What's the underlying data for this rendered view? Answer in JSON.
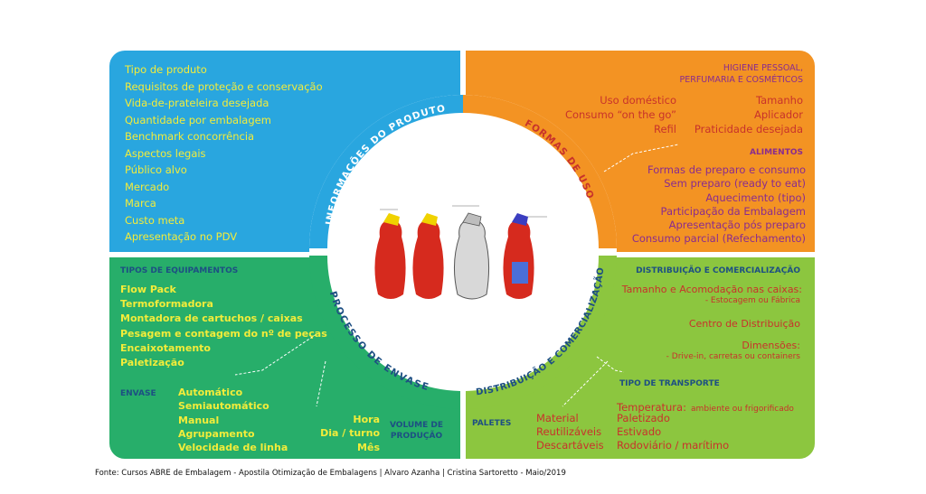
{
  "colors": {
    "info_blue": "#29a6df",
    "uso_orange": "#f39323",
    "envase_green": "#27ae6a",
    "dist_green": "#8cc63f",
    "yellow_text": "#f3ec3a",
    "purple_text": "#8a2c8e",
    "red_text": "#c8322b",
    "navy_text": "#1d4f83"
  },
  "ring_labels": {
    "info": "INFORMAÇÕES DO PRODUTO",
    "uso": "FORMAS DE USO",
    "envase": "PROCESSO DE ENVASE",
    "dist": "DISTRIBUIÇÃO E COMERCIALIZAÇÃO"
  },
  "info": {
    "items": [
      "Tipo de produto",
      "Requisitos de proteção e conservação",
      "Vida-de-prateleira desejada",
      "Quantidade por embalagem",
      "Benchmark concorrência",
      "Aspectos legais",
      "Público alvo",
      "Mercado",
      "Marca",
      "Custo meta",
      "Apresentação no PDV"
    ]
  },
  "uso": {
    "hp_title_1": "HIGIENE PESSOAL,",
    "hp_title_2": "PERFUMARIA E COSMÉTICOS",
    "hp_left": [
      "Uso doméstico",
      "Consumo “on the go”",
      "Refil"
    ],
    "hp_right": [
      "Tamanho",
      "Aplicador",
      "Praticidade desejada"
    ],
    "alimentos_title": "ALIMENTOS",
    "alimentos_items": [
      "Formas de preparo e consumo",
      "Sem preparo (ready to eat)",
      "Aquecimento (tipo)",
      "Participação da Embalagem",
      "Apresentação pós preparo",
      "Consumo parcial (Refechamento)"
    ]
  },
  "envase": {
    "equip_title": "TIPOS DE EQUIPAMENTOS",
    "equip_items": [
      "Flow Pack",
      "Termoformadora",
      "Montadora de cartuchos / caixas",
      "Pesagem e contagem do nº de peças",
      "Encaixotamento",
      "Paletização"
    ],
    "envase_title": "ENVASE",
    "envase_items": [
      "Automático",
      "Semiautomático",
      "Manual",
      "Agrupamento",
      "Velocidade de linha"
    ],
    "volume_items": [
      "Hora",
      "Dia / turno",
      "Mês"
    ],
    "volume_title_1": "VOLUME DE",
    "volume_title_2": "PRODUÇÃO"
  },
  "dist": {
    "title": "DISTRIBUIÇÃO E COMERCIALIZAÇÃO",
    "tamanho": "Tamanho e Acomodação nas caixas:",
    "tamanho_sub": "- Estocagem ou Fábrica",
    "centro": "Centro de Distribuição",
    "dimensoes": "Dimensões:",
    "dimensoes_sub": "- Drive-in, carretas ou containers",
    "transporte_title": "TIPO DE TRANSPORTE",
    "temperatura_label": "Temperatura:",
    "temperatura_value": "ambiente ou frigorificado",
    "transporte_items": [
      "Paletizado",
      "Estivado",
      "Rodoviário / marítimo"
    ],
    "paletes_title": "PALETES",
    "paletes_items": [
      "Material",
      "Reutilizáveis",
      "Descartáveis"
    ]
  },
  "source": "Fonte: Cursos ABRE de Embalagem - Apostila Otimização de Embalagens | Alvaro Azanha | Cristina Sartoretto  - Maio/2019"
}
